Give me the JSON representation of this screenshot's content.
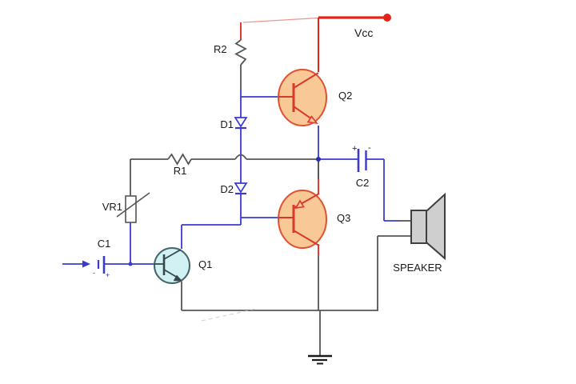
{
  "diagram": {
    "type": "circuit-schematic",
    "description": "Complementary push-pull transistor audio amplifier driving a speaker",
    "labels": {
      "vcc": "Vcc",
      "r1": "R1",
      "r2": "R2",
      "vr1": "VR1",
      "c1": "C1",
      "c2": "C2",
      "d1": "D1",
      "d2": "D2",
      "q1": "Q1",
      "q2": "Q2",
      "q3": "Q3",
      "speaker": "SPEAKER",
      "c1_minus": "-",
      "c1_plus": "+",
      "c2_plus": "+",
      "c2_minus": "-"
    },
    "colors": {
      "background": "#ffffff",
      "wire_blue": "#3a3ace",
      "wire_gray": "#555555",
      "wire_red": "#e2241a",
      "thin_red": "#e9998f",
      "power_transistor_fill": "#f8c897",
      "power_transistor_stroke": "#e1512e",
      "power_transistor_symbol": "#d9382b",
      "input_transistor_fill": "#d2f1f2",
      "input_transistor_stroke": "#42666b",
      "input_transistor_symbol": "#37474f",
      "diode_blue": "#3a3ace",
      "speaker_fill": "#cfcfcf",
      "speaker_stroke": "#3f3f3f",
      "label_text": "#1a1a1a"
    }
  }
}
